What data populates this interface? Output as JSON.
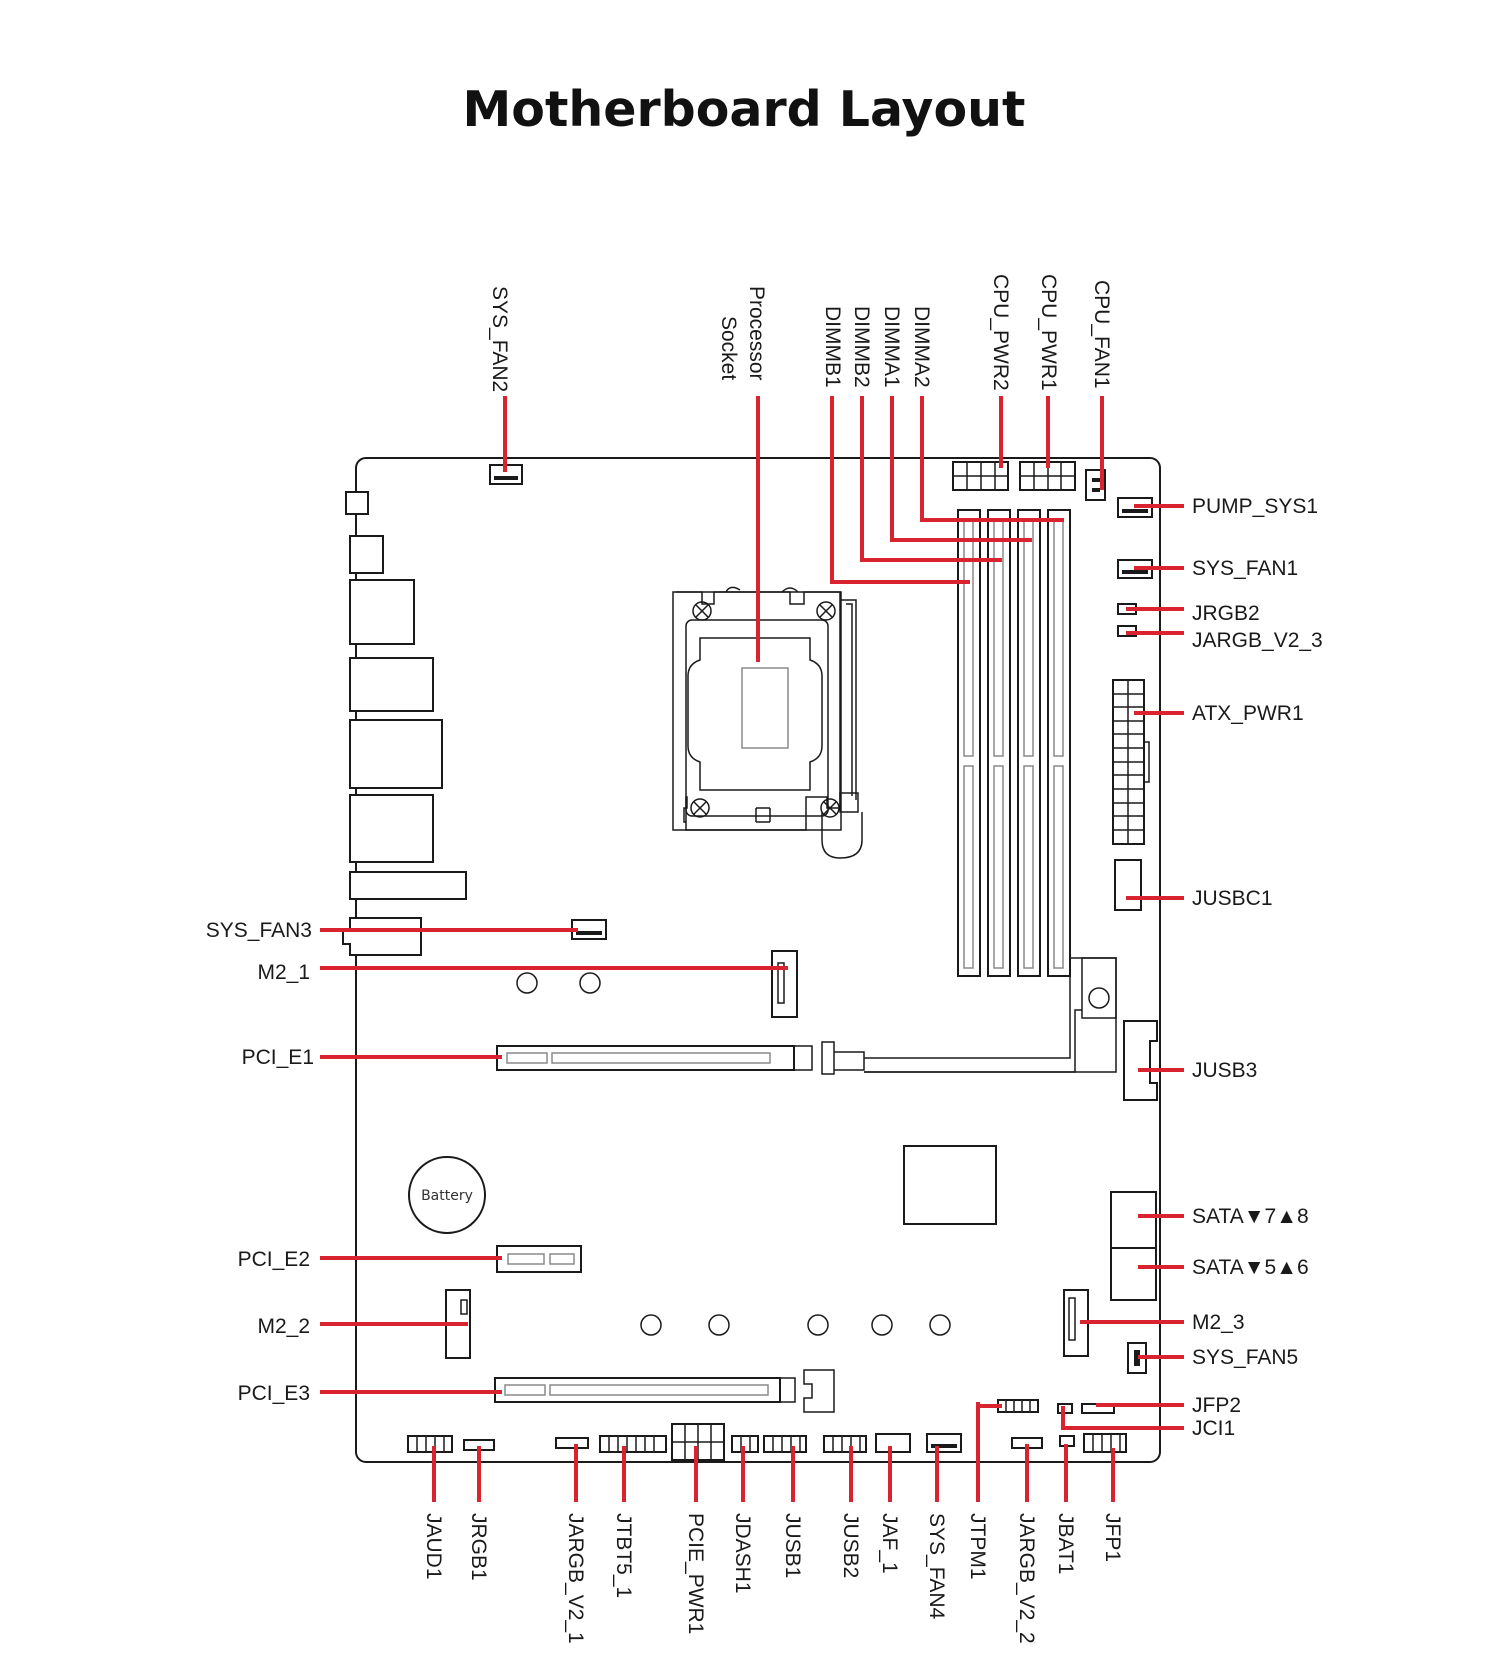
{
  "title": "Motherboard Layout",
  "board": {
    "battery_label": "Battery"
  },
  "labels": {
    "top": {
      "sys_fan2": "SYS_FAN2",
      "processor_socket_line1": "Processor",
      "processor_socket_line2": "Socket",
      "dimmb1": "DIMMB1",
      "dimmb2": "DIMMB2",
      "dimma1": "DIMMA1",
      "dimma2": "DIMMA2",
      "cpu_pwr2": "CPU_PWR2",
      "cpu_pwr1": "CPU_PWR1",
      "cpu_fan1": "CPU_FAN1"
    },
    "right": {
      "pump_sys1": "PUMP_SYS1",
      "sys_fan1": "SYS_FAN1",
      "jrgb2": "JRGB2",
      "jargb_v2_3": "JARGB_V2_3",
      "atx_pwr1": "ATX_PWR1",
      "jusbc1": "JUSBC1",
      "jusb3": "JUSB3",
      "sata78": "SATA▼7▲8",
      "sata56": "SATA▼5▲6",
      "m2_3": "M2_3",
      "sys_fan5": "SYS_FAN5",
      "jfp2": "JFP2",
      "jci1": "JCI1"
    },
    "left": {
      "sys_fan3": "SYS_FAN3",
      "m2_1": "M2_1",
      "pci_e1": "PCI_E1",
      "pci_e2": "PCI_E2",
      "m2_2": "M2_2",
      "pci_e3": "PCI_E3"
    },
    "bottom": {
      "jaud1": "JAUD1",
      "jrgb1": "JRGB1",
      "jargb_v2_1": "JARGB_V2_1",
      "jtbt5_1": "JTBT5_1",
      "pcie_pwr1": "PCIE_PWR1",
      "jdash1": "JDASH1",
      "jusb1": "JUSB1",
      "jusb2": "JUSB2",
      "jaf_1": "JAF_1",
      "sys_fan4": "SYS_FAN4",
      "jtpm1": "JTPM1",
      "jargb_v2_2": "JARGB_V2_2",
      "jbat1": "JBAT1",
      "jfp1": "JFP1"
    }
  },
  "colors": {
    "callout": "#d9232e",
    "outline": "#1a1a1a",
    "inner": "#8a8a8a"
  }
}
